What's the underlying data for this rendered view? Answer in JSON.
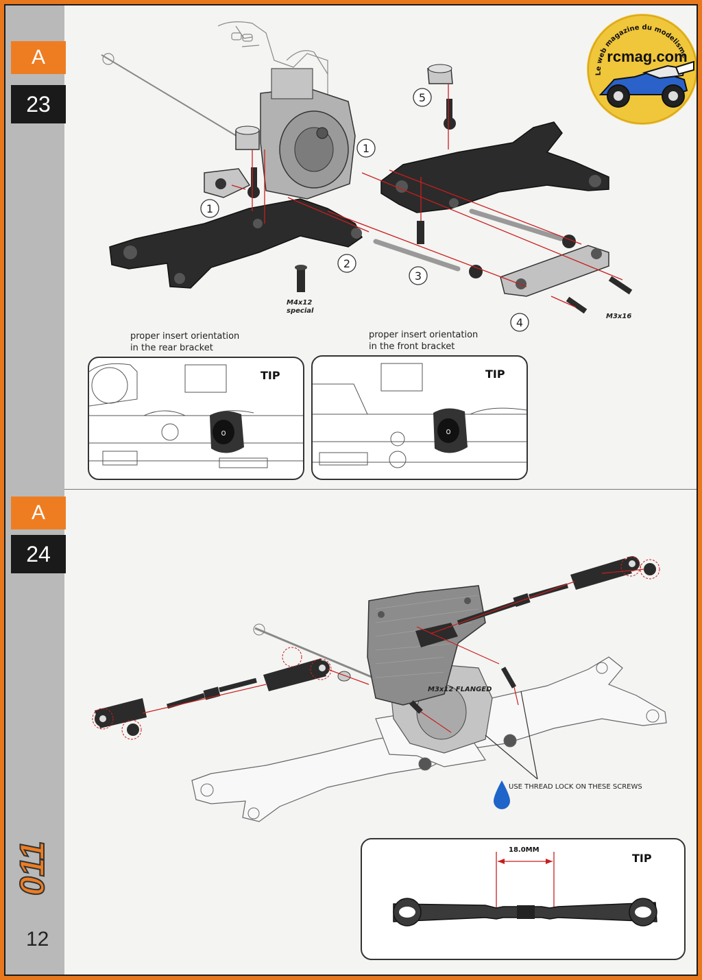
{
  "steps": [
    {
      "letter": "A",
      "number": "23"
    },
    {
      "letter": "A",
      "number": "24"
    }
  ],
  "step23": {
    "callouts": [
      "1",
      "1",
      "2",
      "3",
      "4",
      "5"
    ],
    "screw_m4": "M4x12",
    "screw_m4_note": "special",
    "screw_m3": "M3x16",
    "tip_rear": {
      "caption_line1": "proper insert orientation",
      "caption_line2": "in the rear bracket",
      "label": "TIP"
    },
    "tip_front": {
      "caption_line1": "proper insert orientation",
      "caption_line2": "in the front bracket",
      "label": "TIP"
    }
  },
  "step24": {
    "screw_label": "M3x12 FLANGED",
    "thread_lock": "USE THREAD LOCK ON THESE SCREWS",
    "tip": {
      "label": "TIP",
      "measure": "18.0MM"
    }
  },
  "logo": {
    "top_text": "Le web magazine du modelisme",
    "site": "rcmag.com"
  },
  "brand_mark": "011",
  "page_number": "12",
  "colors": {
    "accent_orange": "#ee7d22",
    "part_dark": "#2b2b2b",
    "guide_red": "#c81e1e",
    "sidebar": "#b9b9b9"
  }
}
